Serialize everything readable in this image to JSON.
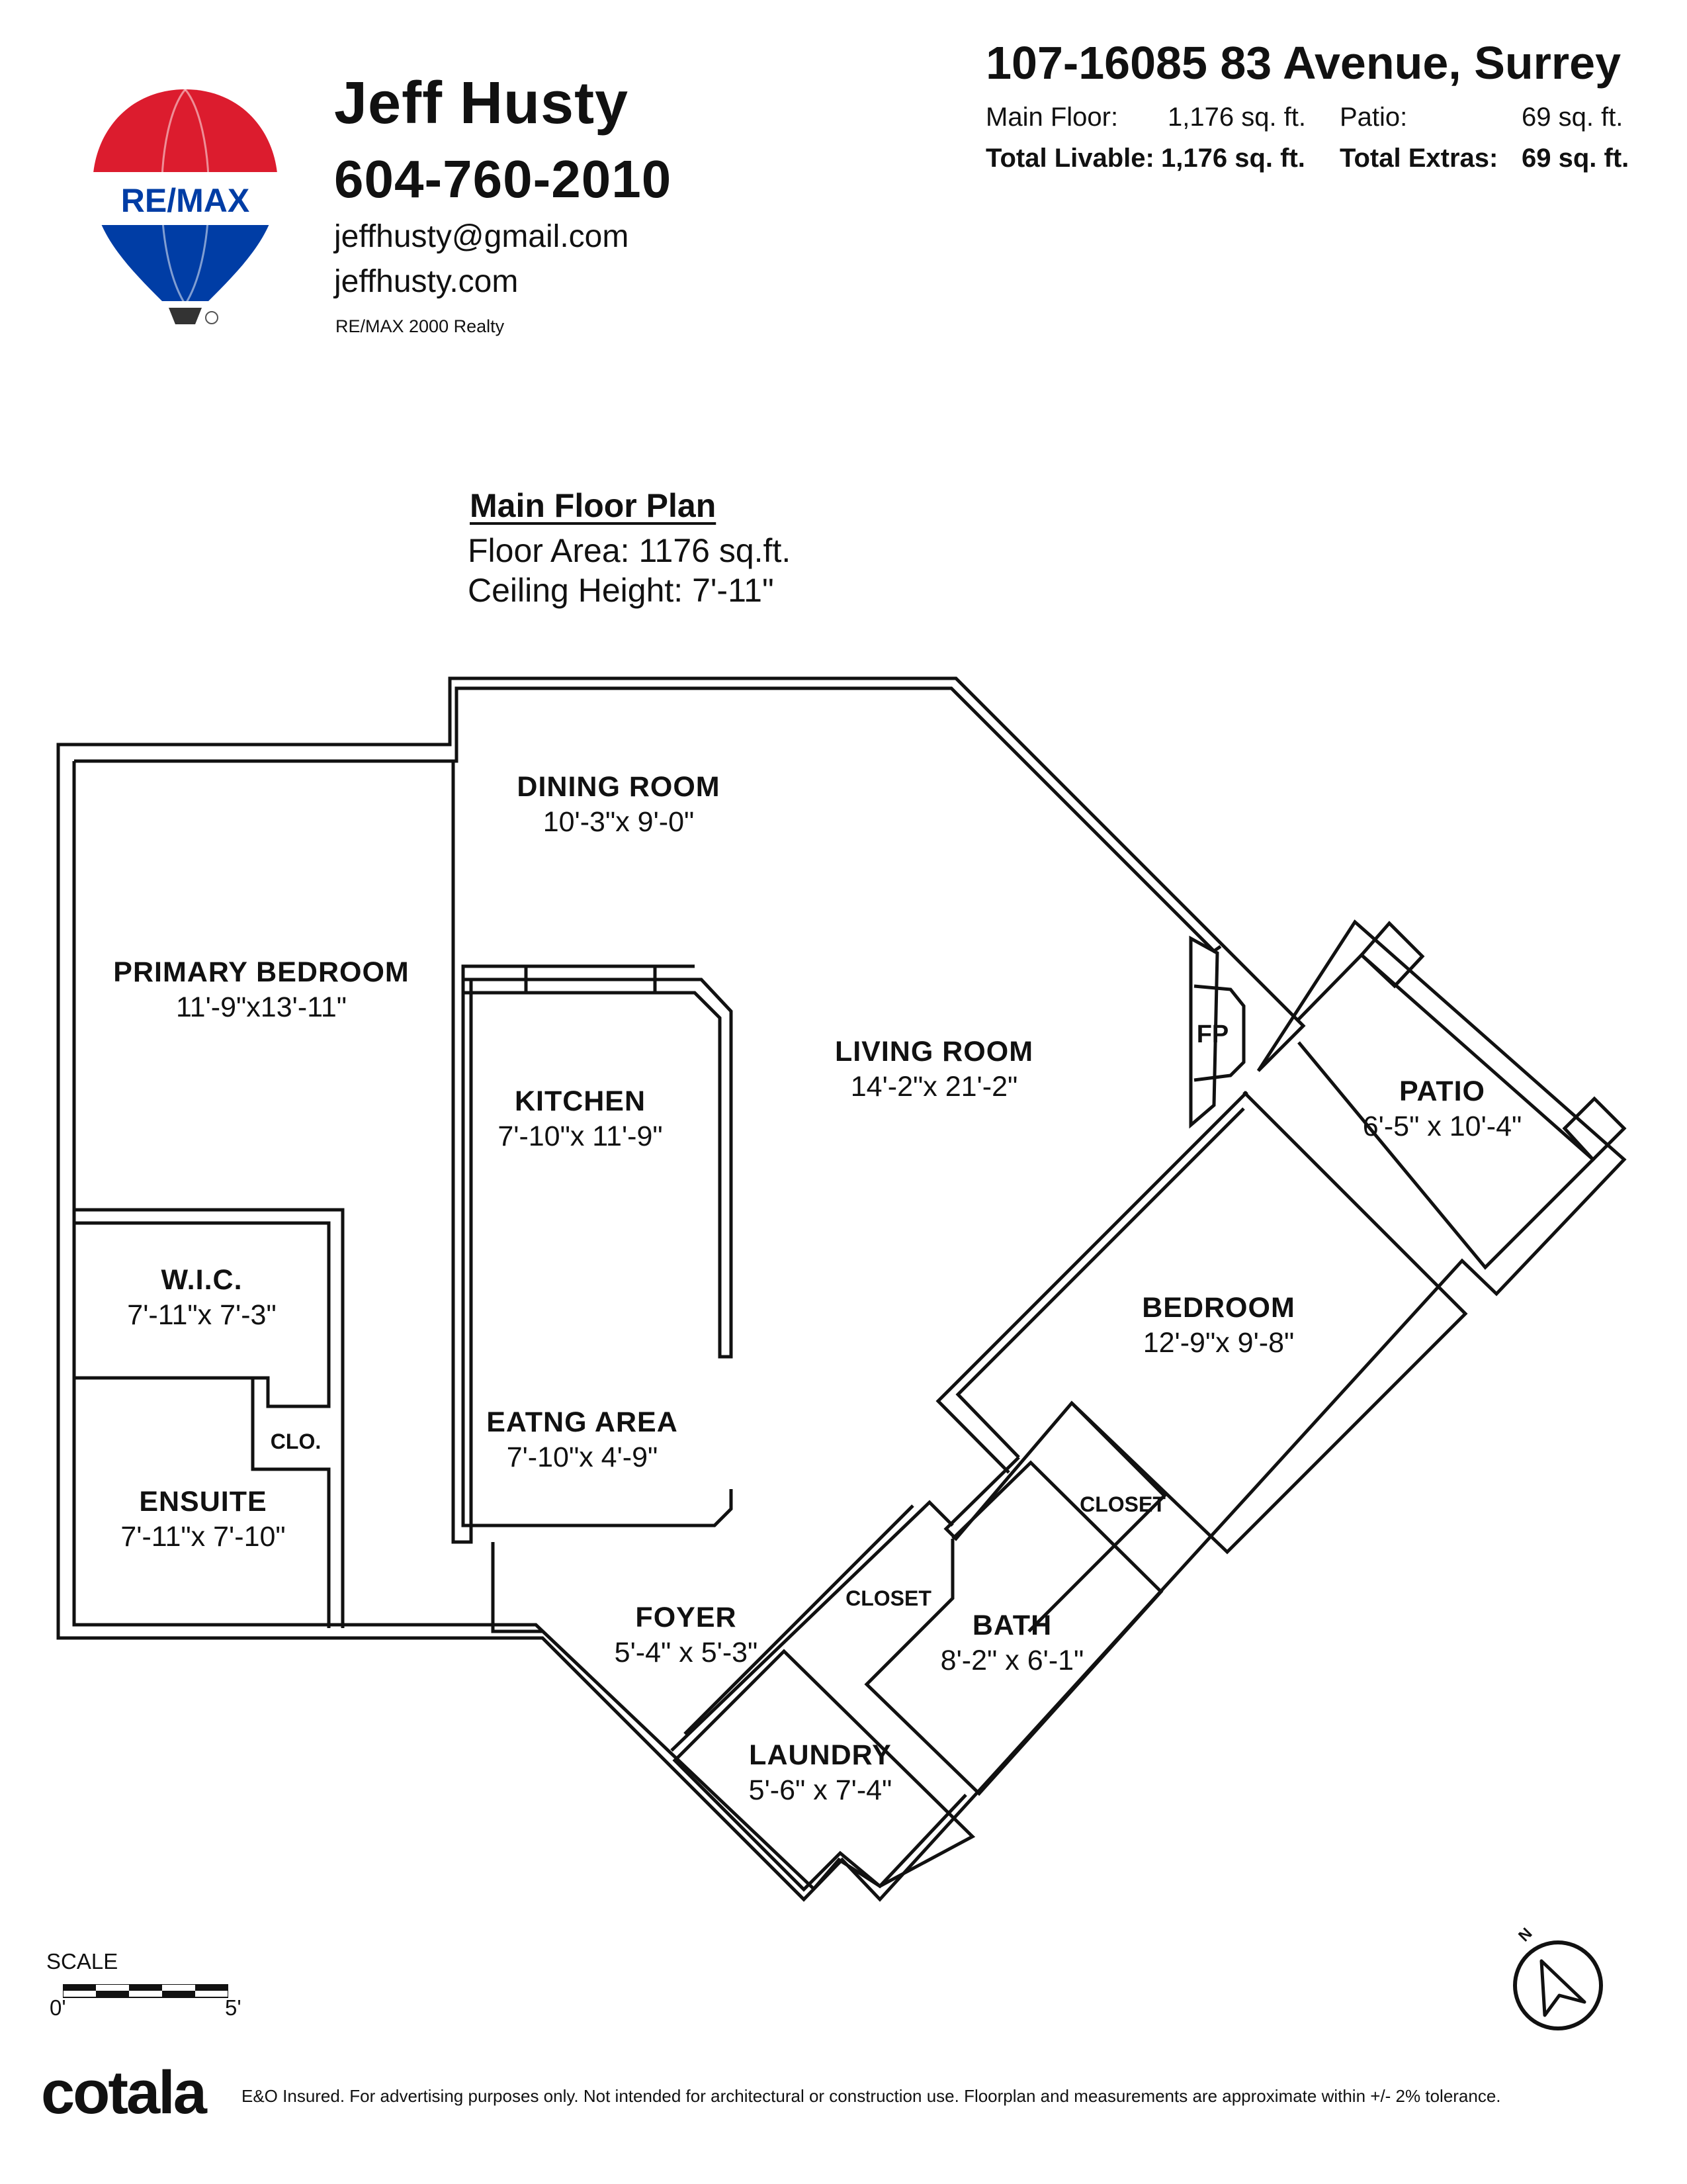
{
  "agent": {
    "brand": "RE/MAX",
    "name": "Jeff Husty",
    "phone": "604-760-2010",
    "email": "jeffhusty@gmail.com",
    "website": "jeffhusty.com",
    "brokerage": "RE/MAX 2000 Realty"
  },
  "property": {
    "address": "107-16085 83 Avenue, Surrey",
    "main_floor_label": "Main Floor:",
    "main_floor_value": "1,176 sq. ft.",
    "patio_label": "Patio:",
    "patio_value": "69 sq. ft.",
    "total_livable_label": "Total Livable:",
    "total_livable_value": "1,176 sq. ft.",
    "total_extras_label": "Total Extras:",
    "total_extras_value": "69 sq. ft."
  },
  "plan": {
    "title": "Main Floor Plan",
    "floor_area": "Floor Area: 1176 sq.ft.",
    "ceiling_height": "Ceiling Height: 7'-11\""
  },
  "rooms": [
    {
      "name": "DINING ROOM",
      "dims": "10'-3\"x 9'-0\""
    },
    {
      "name": "PRIMARY BEDROOM",
      "dims": "11'-9\"x13'-11\""
    },
    {
      "name": "LIVING ROOM",
      "dims": "14'-2\"x 21'-2\""
    },
    {
      "name": "KITCHEN",
      "dims": "7'-10\"x 11'-9\""
    },
    {
      "name": "PATIO",
      "dims": "6'-5\" x 10'-4\""
    },
    {
      "name": "W.I.C.",
      "dims": "7'-11\"x 7'-3\""
    },
    {
      "name": "BEDROOM",
      "dims": "12'-9\"x 9'-8\""
    },
    {
      "name": "EATNG AREA",
      "dims": "7'-10\"x 4'-9\""
    },
    {
      "name": "ENSUITE",
      "dims": "7'-11\"x 7'-10\""
    },
    {
      "name": "FOYER",
      "dims": "5'-4\" x 5'-3\""
    },
    {
      "name": "BATH",
      "dims": "8'-2\" x 6'-1\""
    },
    {
      "name": "LAUNDRY",
      "dims": "5'-6\" x 7'-4\""
    }
  ],
  "labels": {
    "fp": "FP",
    "clo": "CLO.",
    "closet_1": "CLOSET",
    "closet_2": "CLOSET"
  },
  "scale": {
    "label": "SCALE",
    "start": "0'",
    "end": "5'"
  },
  "compass": {
    "letter": "N"
  },
  "footer": {
    "logo": "cotala",
    "disclaimer": "E&O Insured. For advertising purposes only. Not intended for architectural or construction use. Floorplan and measurements are approximate within +/- 2% tolerance."
  },
  "colors": {
    "balloon_red": "#dc1c2e",
    "balloon_blue": "#003da5",
    "wall": "#111111"
  }
}
